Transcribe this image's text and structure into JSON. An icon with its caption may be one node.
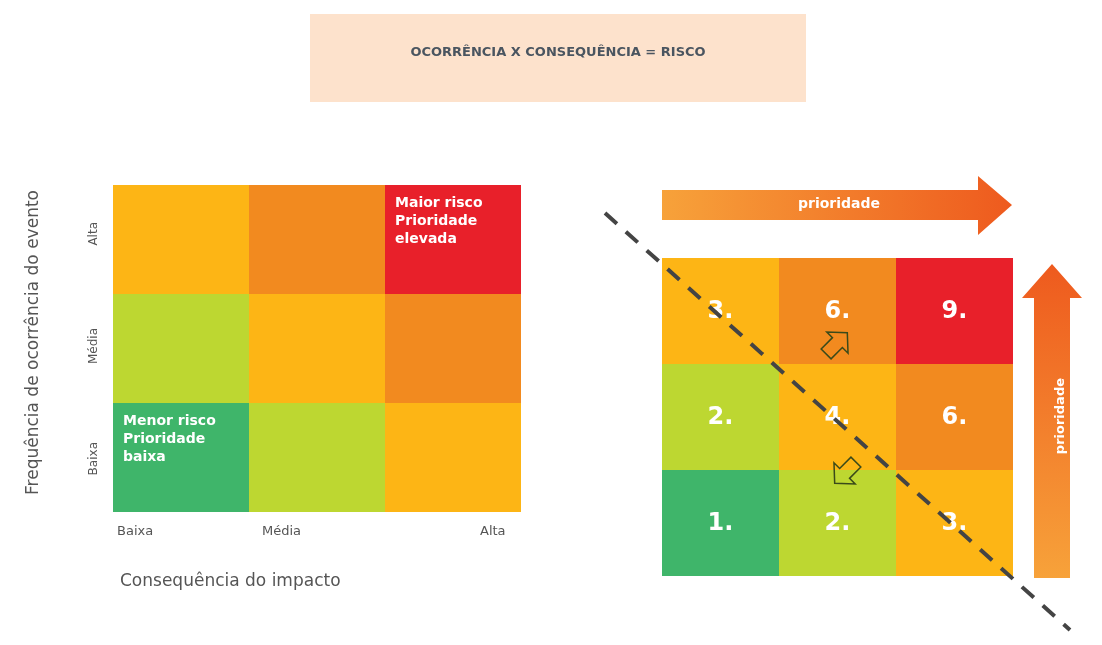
{
  "diagram": {
    "nodes": [
      {
        "text": [
          "OCORRÊNCIA X CONSEQUÊNCIA = RISCO"
        ]
      },
      {
        "text": [],
        "shape": "box"
      },
      {
        "text": [],
        "shape": "box"
      },
      {
        "text": [
          "Maior risco Prioridade elevada"
        ]
      },
      {
        "text": [],
        "shape": "box"
      },
      {
        "text": [],
        "shape": "box"
      },
      {
        "text": [],
        "shape": "box"
      },
      {
        "text": [
          "Menor risco Prioridade baixa"
        ]
      },
      {
        "text": [],
        "shape": "box"
      },
      {
        "text": [],
        "shape": "box"
      },
      {
        "text": [
          "3."
        ]
      },
      {
        "text": [
          "6."
        ]
      },
      {
        "text": [
          "9."
        ]
      },
      {
        "text": [
          "2."
        ]
      },
      {
        "text": [
          "4."
        ]
      },
      {
        "text": [
          "6."
        ]
      },
      {
        "text": [
          "1."
        ]
      },
      {
        "text": [
          "2."
        ]
      },
      {
        "text": [
          "3."
        ]
      }
    ],
    "labels": [
      "Frequência de ocorrência do evento",
      "Alta",
      "Média",
      "Baixa",
      "Baixa",
      "Média",
      "Alta",
      "Consequência do impacto",
      "prioridade",
      "prioridade"
    ]
  }
}
